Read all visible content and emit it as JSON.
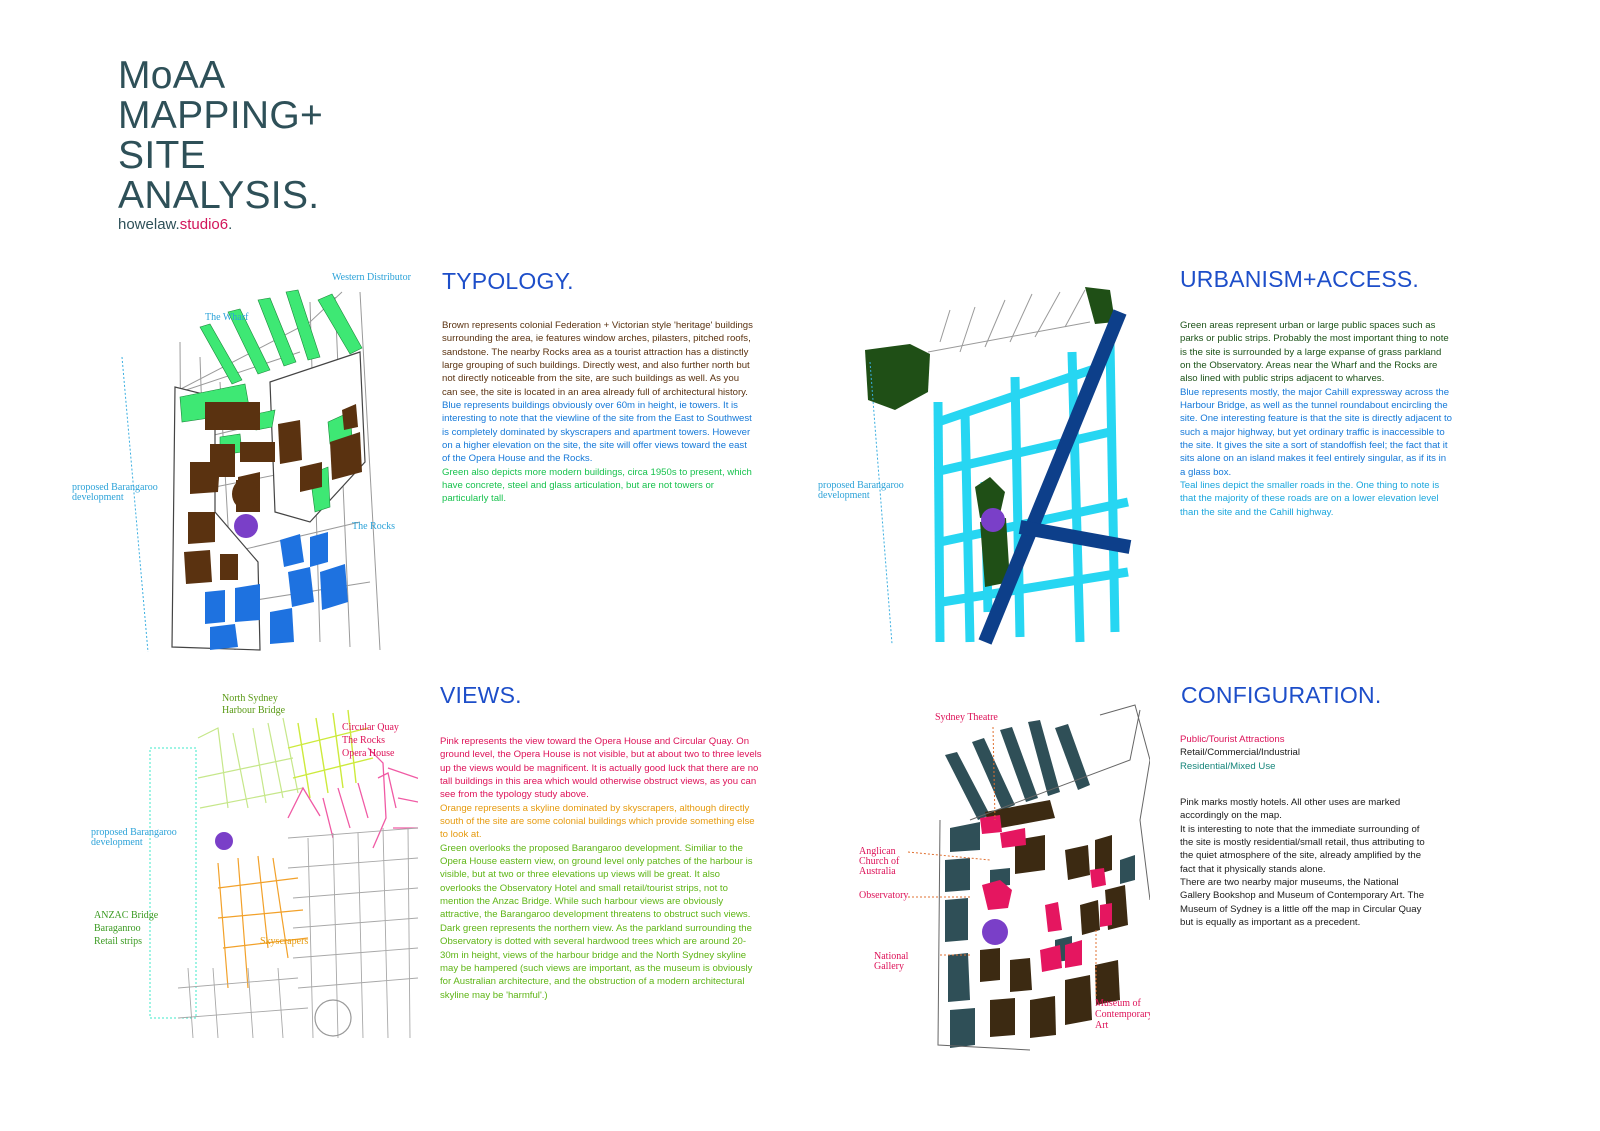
{
  "title": {
    "lines": [
      "MoAA",
      "MAPPING+",
      "SITE",
      "ANALYSIS."
    ],
    "byline_main": "howelaw.",
    "byline_studio": "studio6",
    "byline_end": "."
  },
  "typology": {
    "heading": "TYPOLOGY.",
    "paragraphs": {
      "brown": "Brown represents colonial Federation + Victorian style 'heritage' buildings surrounding the area, ie features window arches, pilasters, pitched roofs, sandstone. The nearby Rocks area as a tourist attraction has a distinctly large grouping of such buildings. Directly west, and also further north but not directly noticeable from the site, are such buildings as well. As you can see, the site is located in an area already full of architectural history.",
      "blue": "Blue represents buildings obviously over 60m in height, ie towers. It is interesting to note that the viewline of the site from the East to Southwest is completely dominated by skyscrapers and apartment towers. However on a higher elevation on the site, the site will offer views toward the east of the Opera House and the Rocks.",
      "green": "Green also depicts more modern buildings, circa 1950s to present, which have concrete, steel and glass articulation, but are not towers or particularly tall."
    },
    "map_labels": {
      "western_distributor": "Western Distributor",
      "wharf": "The Wharf",
      "rocks": "The Rocks",
      "barangaroo_1": "proposed Barangaroo",
      "barangaroo_2": "development"
    }
  },
  "urbanism": {
    "heading": "URBANISM+ACCESS.",
    "paragraphs": {
      "green": "Green areas represent urban or large public spaces such as parks or public strips. Probably the most important thing to note is the site is surrounded by a large expanse of grass parkland on the Observatory. Areas near the Wharf and the Rocks are also lined with public strips adjacent to wharves.",
      "blue": "Blue represents mostly, the major Cahill expressway across the Harbour Bridge, as well as the tunnel roundabout encircling the site. One interesting feature is that the site is directly adjacent to such a major highway, but yet ordinary traffic is inaccessible to the site. It gives the site a sort of standoffish feel; the fact that it sits alone on an island makes it feel entirely singular, as if its in a glass box.",
      "teal": "Teal lines depict the smaller roads in the. One thing to note is that the majority of these roads are on a lower elevation level than the site and the Cahill highway."
    },
    "map_labels": {
      "barangaroo_1": "proposed Barangaroo",
      "barangaroo_2": "development"
    }
  },
  "views": {
    "heading": "VIEWS.",
    "paragraphs": {
      "pink": "Pink represents the view toward the Opera House and Circular Quay. On ground level, the Opera House is not visible, but at about two to three levels up the views would be magnificent. It is actually good luck that there are no tall buildings in this area which would otherwise obstruct views, as you can see from the typology study above.",
      "orange": "Orange represents a skyline dominated by skyscrapers, although directly south of the site are some colonial buildings which provide something else to look at.",
      "green": "Green overlooks the proposed Barangaroo development. Similiar to the Opera House eastern view, on ground level only patches of the harbour is visible, but at two or three elevations up views will be great. It also overlooks the Observatory Hotel and small retail/tourist strips, not to mention the Anzac Bridge. While such harbour views are obviously attractive, the Barangaroo development threatens to obstruct such views.",
      "dgreen": "Dark green represents the northern view. As the parkland surrounding the Observatory is dotted with several hardwood trees which are around 20-30m in height, views of the harbour bridge and the North Sydney skyline may be hampered (such views are important, as the museum is obviously for Australian architecture, and the obstruction of a modern architectural skyline may be 'harmful'.)"
    },
    "map_labels": {
      "north_sydney_1": "North Sydney",
      "north_sydney_2": "Harbour Bridge",
      "circular_1": "Circular Quay",
      "circular_2": "The Rocks",
      "circular_3": "Opera House",
      "barangaroo_1": "proposed Barangaroo",
      "barangaroo_2": "development",
      "anzac_1": "ANZAC Bridge",
      "anzac_2": "Baraganroo",
      "anzac_3": "Retail strips",
      "skyscrapers": "Skyscrapers"
    }
  },
  "configuration": {
    "heading": "CONFIGURATION.",
    "legend": {
      "public": "Public/Tourist Attractions",
      "retail": "Retail/Commercial/Industrial",
      "residential": "Residential/Mixed Use"
    },
    "paragraphs": {
      "p1": "Pink marks mostly hotels. All other uses are marked accordingly on the map.",
      "p2": "It is interesting to note that the immediate surrounding of the site is mostly residential/small retail, thus attributing to the quiet atmosphere of the site, already amplified by the fact that it physically stands alone.",
      "p3": "There are two nearby major museums, the National Gallery Bookshop and Museum of Contemporary Art. The Museum of Sydney is a little off the map in Circular Quay but is equally as important as a precedent."
    },
    "map_labels": {
      "sydney_theatre": "Sydney Theatre",
      "anglican_1": "Anglican",
      "anglican_2": "Church of",
      "anglican_3": "Australia",
      "observatory": "Observatory",
      "national_1": "National",
      "national_2": "Gallery",
      "mca_1": "Museum of",
      "mca_2": "Contemporary",
      "mca_3": "Art"
    }
  },
  "colors": {
    "title": "#2e5058",
    "heading": "#1d4ec9",
    "brown": "#5a3210",
    "tower_blue": "#1e72e0",
    "modern_green": "#3ee874",
    "park_green": "#1f4f16",
    "cahill_blue": "#0d3f8a",
    "road_cyan": "#27d6f2",
    "pink": "#dd1258",
    "residential": "#2f4f57",
    "site_purple": "#7a3fc8"
  }
}
